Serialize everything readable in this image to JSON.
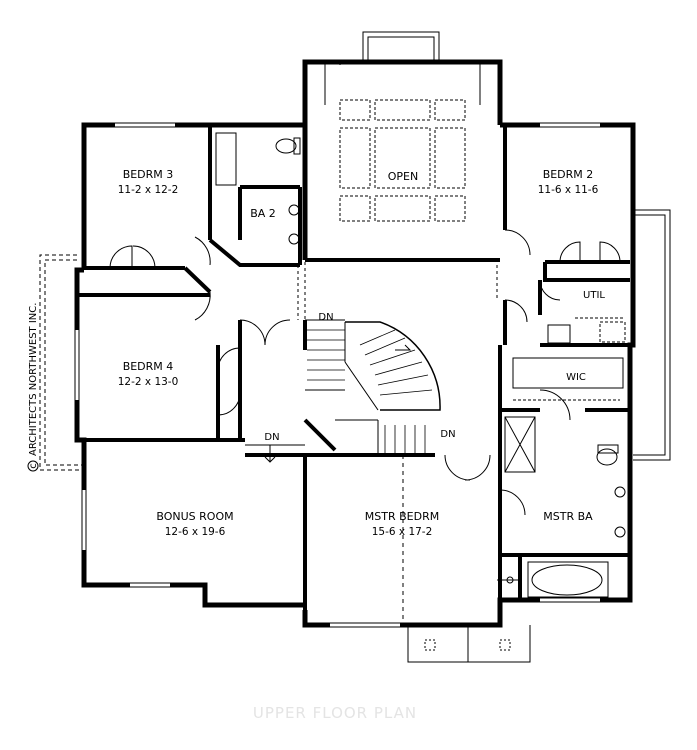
{
  "plan_title": "UPPER FLOOR PLAN",
  "copyright": "ARCHITECTS NORTHWEST INC.",
  "copyright_symbol": "c",
  "rooms": {
    "bedroom3": {
      "name": "BEDRM 3",
      "dim": "11-2 x 12-2"
    },
    "bath2": {
      "name": "BA 2"
    },
    "open": {
      "name": "OPEN"
    },
    "bedroom2": {
      "name": "BEDRM 2",
      "dim": "11-6 x 11-6"
    },
    "util": {
      "name": "UTIL"
    },
    "bedroom4": {
      "name": "BEDRM 4",
      "dim": "12-2 x 13-0"
    },
    "wic": {
      "name": "WIC"
    },
    "bonus": {
      "name": "BONUS ROOM",
      "dim": "12-6 x 19-6"
    },
    "master": {
      "name": "MSTR BEDRM",
      "dim": "15-6 x 17-2"
    },
    "master_bath": {
      "name": "MSTR BA"
    }
  },
  "stairs": {
    "dn_top": "DN",
    "dn_right": "DN",
    "dn_left": "DN"
  },
  "colors": {
    "wall": "#000000",
    "thin": "#333333",
    "title": "#e4e4e4"
  }
}
